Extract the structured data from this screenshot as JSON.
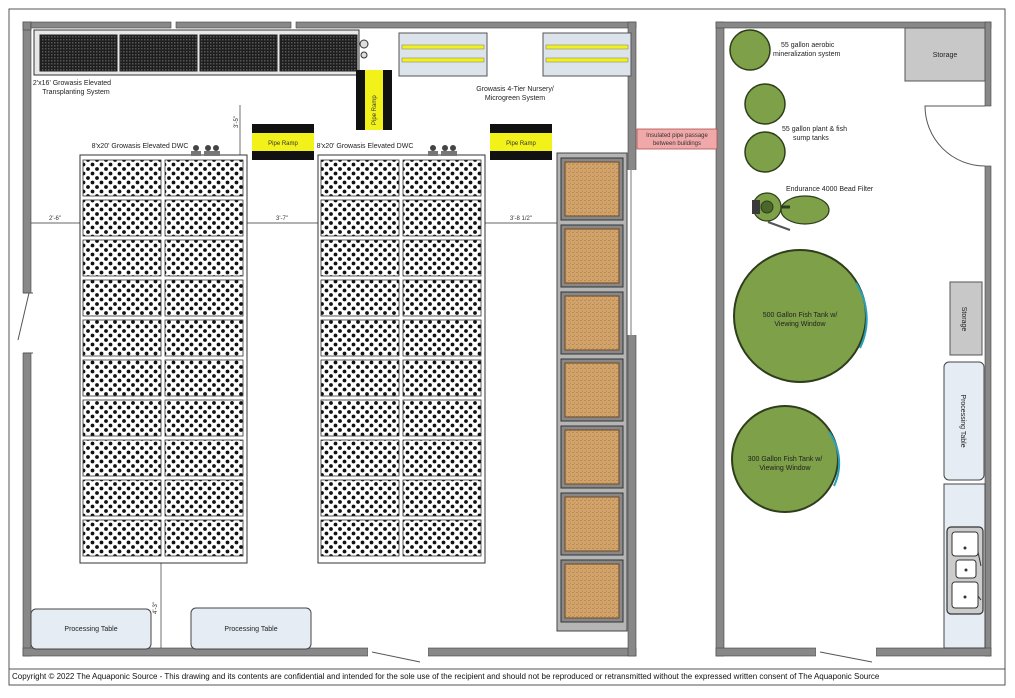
{
  "labels": {
    "transplanting": [
      "2'x16' Growasis Elevated",
      "Transplanting System"
    ],
    "nursery": [
      "Growasis 4-Tier Nursery/",
      "Microgreen System"
    ],
    "dwc_left": "8'x20' Growasis Elevated DWC",
    "dwc_right": "8'x20' Growasis Elevated DWC",
    "pipe_ramp_vertical": "Pipe Ramp",
    "pipe_ramp_1": "Pipe Ramp",
    "pipe_ramp_2": "Pipe Ramp",
    "pipe_passage": [
      "Insulated pipe passage",
      "between buildings"
    ],
    "storage_top": "Storage",
    "storage_side": "Storage",
    "mineralization": [
      "55 gallon aerobic",
      "mineralization system"
    ],
    "sump": [
      "55 gallon plant & fish",
      "sump tanks"
    ],
    "bead_filter": "Endurance 4000 Bead Filter",
    "tank_500": [
      "500 Gallon Fish Tank w/",
      "Viewing Window"
    ],
    "tank_300": [
      "300 Gallon Fish Tank w/",
      "Viewing Window"
    ],
    "processing_side": "Processing Table",
    "processing_1": "Processing Table",
    "processing_2": "Processing Table"
  },
  "dimensions": {
    "d1": "2'-6\"",
    "d2": "3'-7\"",
    "d3": "3'-8 1/2\"",
    "d4": "3'-5\"",
    "d5": "4'-3\""
  },
  "copyright": "Copyright © 2022 The Aquaponic Source  - This drawing and its contents are confidential and intended for the sole use of the recipient and should not be reproduced or retransmitted without the expressed written consent of The Aquaponic Source",
  "colors": {
    "wall": "#888888",
    "pipe_ramp": "#f2f21a",
    "grow_bed": "#d2a36b",
    "tank_green": "#7ea048",
    "passage": "#f0a8a8",
    "storage": "#c8c8c8",
    "table": "#e6ecf4"
  }
}
